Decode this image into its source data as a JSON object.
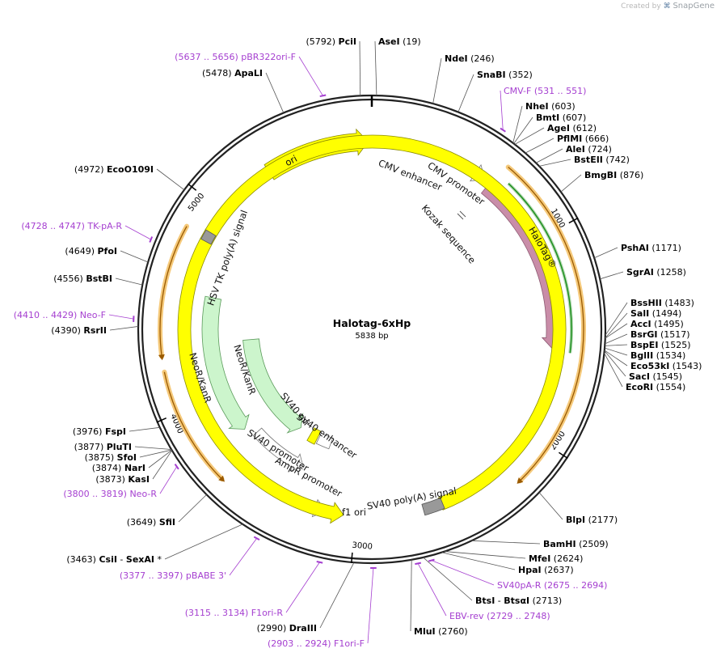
{
  "credit": {
    "prefix": "Created by",
    "brand": "SnapGene"
  },
  "map": {
    "name": "Halotag-6xHp",
    "size_label": "5838 bp"
  },
  "ticks": [
    {
      "label": "1000",
      "pos": 1000
    },
    {
      "label": "2000",
      "pos": 2000
    },
    {
      "label": "3000",
      "pos": 3000
    },
    {
      "label": "4000",
      "pos": 4000
    },
    {
      "label": "5000",
      "pos": 5000
    }
  ],
  "enzymes": [
    {
      "id": "pcii",
      "pos_text": "(5792)",
      "name": "PciI",
      "name2": "",
      "suffix": ""
    },
    {
      "id": "asei",
      "pos_text": "(19)",
      "name": "AseI",
      "name2": "",
      "suffix": ""
    },
    {
      "id": "ndei",
      "pos_text": "(246)",
      "name": "NdeI",
      "name2": "",
      "suffix": ""
    },
    {
      "id": "snabi",
      "pos_text": "(352)",
      "name": "SnaBI",
      "name2": "",
      "suffix": ""
    },
    {
      "id": "nhei",
      "pos_text": "(603)",
      "name": "NheI",
      "name2": "",
      "suffix": ""
    },
    {
      "id": "bmti",
      "pos_text": "(607)",
      "name": "BmtI",
      "name2": "",
      "suffix": ""
    },
    {
      "id": "agei",
      "pos_text": "(612)",
      "name": "AgeI",
      "name2": "",
      "suffix": ""
    },
    {
      "id": "pflmi",
      "pos_text": "(666)",
      "name": "PflMI",
      "name2": "",
      "suffix": ""
    },
    {
      "id": "alei",
      "pos_text": "(724)",
      "name": "AleI",
      "name2": "",
      "suffix": ""
    },
    {
      "id": "bsteii",
      "pos_text": "(742)",
      "name": "BstEII",
      "name2": "",
      "suffix": ""
    },
    {
      "id": "bmgbi",
      "pos_text": "(876)",
      "name": "BmgBI",
      "name2": "",
      "suffix": ""
    },
    {
      "id": "pshai",
      "pos_text": "(1171)",
      "name": "PshAI",
      "name2": "",
      "suffix": ""
    },
    {
      "id": "sgrai",
      "pos_text": "(1258)",
      "name": "SgrAI",
      "name2": "",
      "suffix": ""
    },
    {
      "id": "bsshii",
      "pos_text": "(1483)",
      "name": "BssHII",
      "name2": "",
      "suffix": ""
    },
    {
      "id": "sali",
      "pos_text": "(1494)",
      "name": "SalI",
      "name2": "",
      "suffix": ""
    },
    {
      "id": "acci",
      "pos_text": "(1495)",
      "name": "AccI",
      "name2": "",
      "suffix": ""
    },
    {
      "id": "bsrgi",
      "pos_text": "(1517)",
      "name": "BsrGI",
      "name2": "",
      "suffix": ""
    },
    {
      "id": "bspei",
      "pos_text": "(1525)",
      "name": "BspEI",
      "name2": "",
      "suffix": ""
    },
    {
      "id": "bglii",
      "pos_text": "(1534)",
      "name": "BglII",
      "name2": "",
      "suffix": ""
    },
    {
      "id": "eco53ki",
      "pos_text": "(1543)",
      "name": "Eco53kI",
      "name2": "",
      "suffix": ""
    },
    {
      "id": "saci",
      "pos_text": "(1545)",
      "name": "SacI",
      "name2": "",
      "suffix": ""
    },
    {
      "id": "ecori",
      "pos_text": "(1554)",
      "name": "EcoRI",
      "name2": "",
      "suffix": ""
    },
    {
      "id": "blpi",
      "pos_text": "(2177)",
      "name": "BlpI",
      "name2": "",
      "suffix": ""
    },
    {
      "id": "bamhi",
      "pos_text": "(2509)",
      "name": "BamHI",
      "name2": "",
      "suffix": ""
    },
    {
      "id": "mfei",
      "pos_text": "(2624)",
      "name": "MfeI",
      "name2": "",
      "suffix": ""
    },
    {
      "id": "hpai",
      "pos_text": "(2637)",
      "name": "HpaI",
      "name2": "",
      "suffix": ""
    },
    {
      "id": "btsi",
      "pos_text": "(2713)",
      "name": "BtsI",
      "name2": "BtsαI",
      "suffix": ""
    },
    {
      "id": "mlui",
      "pos_text": "(2760)",
      "name": "MluI",
      "name2": "",
      "suffix": ""
    },
    {
      "id": "draiii",
      "pos_text": "(2990)",
      "name": "DraIII",
      "name2": "",
      "suffix": ""
    },
    {
      "id": "csii",
      "pos_text": "(3463)",
      "name": "CsiI",
      "name2": "SexAI",
      "suffix": "*"
    },
    {
      "id": "sfii",
      "pos_text": "(3649)",
      "name": "SfiI",
      "name2": "",
      "suffix": ""
    },
    {
      "id": "kasi",
      "pos_text": "(3873)",
      "name": "KasI",
      "name2": "",
      "suffix": ""
    },
    {
      "id": "nari",
      "pos_text": "(3874)",
      "name": "NarI",
      "name2": "",
      "suffix": ""
    },
    {
      "id": "sfoi",
      "pos_text": "(3875)",
      "name": "SfoI",
      "name2": "",
      "suffix": ""
    },
    {
      "id": "plutı",
      "pos_text": "(3877)",
      "name": "PluTI",
      "name2": "",
      "suffix": ""
    },
    {
      "id": "fspi",
      "pos_text": "(3976)",
      "name": "FspI",
      "name2": "",
      "suffix": ""
    },
    {
      "id": "rsrii",
      "pos_text": "(4390)",
      "name": "RsrII",
      "name2": "",
      "suffix": ""
    },
    {
      "id": "bstbi",
      "pos_text": "(4556)",
      "name": "BstBI",
      "name2": "",
      "suffix": ""
    },
    {
      "id": "pfoi",
      "pos_text": "(4649)",
      "name": "PfoI",
      "name2": "",
      "suffix": ""
    },
    {
      "id": "ecoo109i",
      "pos_text": "(4972)",
      "name": "EcoO109I",
      "name2": "",
      "suffix": ""
    },
    {
      "id": "apali",
      "pos_text": "(5478)",
      "name": "ApaLI",
      "name2": "",
      "suffix": ""
    }
  ],
  "primers": [
    {
      "id": "pbr322ori-f",
      "range": "(5637 .. 5656)",
      "name": "pBR322ori-F"
    },
    {
      "id": "cmv-f",
      "range": "(531 .. 551)",
      "name": "CMV-F"
    },
    {
      "id": "tk-pa-r",
      "range": "(4728 .. 4747)",
      "name": "TK-pA-R"
    },
    {
      "id": "neo-f",
      "range": "(4410 .. 4429)",
      "name": "Neo-F"
    },
    {
      "id": "neo-r",
      "range": "(3800 .. 3819)",
      "name": "Neo-R"
    },
    {
      "id": "pbabe-3",
      "range": "(3377 .. 3397)",
      "name": "pBABE 3'"
    },
    {
      "id": "f1ori-r",
      "range": "(3115 .. 3134)",
      "name": "F1ori-R"
    },
    {
      "id": "f1ori-f",
      "range": "(2903 .. 2924)",
      "name": "F1ori-F"
    },
    {
      "id": "sv40pa-r",
      "range": "(2675 .. 2694)",
      "name": "SV40pA-R"
    },
    {
      "id": "ebv-rev",
      "range": "(2729 .. 2748)",
      "name": "EBV-rev"
    }
  ],
  "features": [
    {
      "id": "ori",
      "label": "ori",
      "color": "#ffff00"
    },
    {
      "id": "cmv-enhancer",
      "label": "CMV enhancer",
      "color": "#ffffff"
    },
    {
      "id": "cmv-promoter",
      "label": "CMV promoter",
      "color": "#ffffff"
    },
    {
      "id": "kozak",
      "label": "Kozak sequence",
      "color": "#ffffff"
    },
    {
      "id": "halotag",
      "label": "HaloTag®",
      "color": "#c98da8"
    },
    {
      "id": "hsv-tk-pa",
      "label": "HSV TK poly(A) signal",
      "color": "#999999"
    },
    {
      "id": "neor-outer",
      "label": "NeoR/KanR",
      "color": "#ccf5cc"
    },
    {
      "id": "neor-inner",
      "label": "NeoR/KanR",
      "color": "#ccf5cc"
    },
    {
      "id": "sv40-ori",
      "label": "SV40 ori",
      "color": "#ffff00"
    },
    {
      "id": "sv40-enhancer",
      "label": "SV40 enhancer",
      "color": "#ffffff"
    },
    {
      "id": "sv40-promoter",
      "label": "SV40 promoter",
      "color": "#ffffff"
    },
    {
      "id": "ampr-promoter",
      "label": "AmpR promoter",
      "color": "#ffffff"
    },
    {
      "id": "f1-ori",
      "label": "f1 ori",
      "color": "#ffff00"
    },
    {
      "id": "sv40-pa",
      "label": "SV40 poly(A) signal",
      "color": "#999999"
    }
  ],
  "colors": {
    "backbone": "#222222",
    "primer": "#a53fd0",
    "orf_band": "#f5c97a",
    "orf_line": "#9a5a00",
    "green_line": "#1f8f1f"
  }
}
